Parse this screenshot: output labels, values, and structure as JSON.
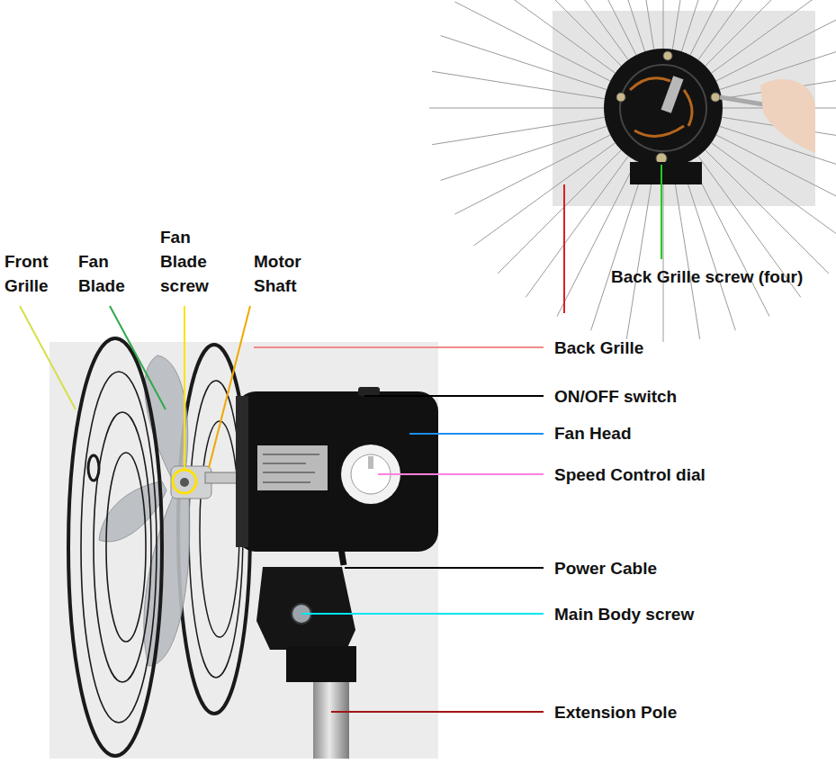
{
  "diagram": {
    "labels": [
      "Front Grille",
      "Fan Blade",
      "Fan Blade screw",
      "Motor Shaft",
      "Back Grille screw (four)",
      "Back Grille",
      "ON/OFF switch",
      "Fan Head",
      "Speed Control dial",
      "Power Cable",
      "Main Body screw",
      "Extension Pole"
    ]
  }
}
